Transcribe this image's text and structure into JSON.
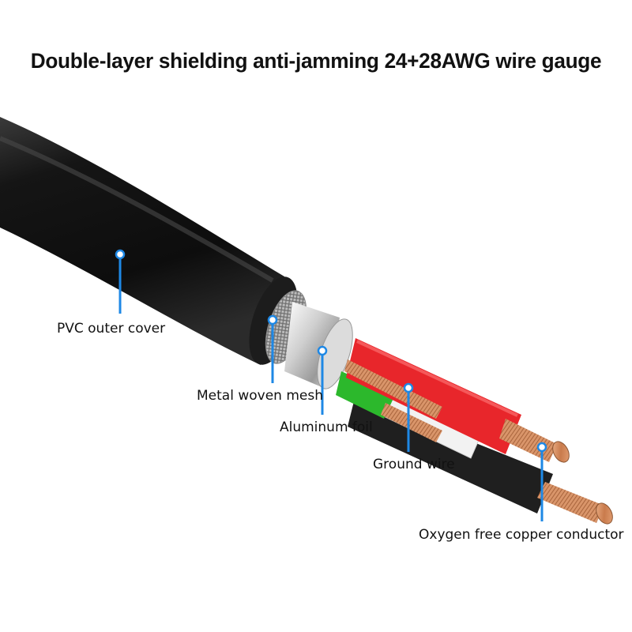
{
  "title": "Double-layer shielding anti-jamming 24+28AWG wire gauge",
  "labels": {
    "pvc_outer_cover": "PVC outer cover",
    "metal_woven_mesh": "Metal woven mesh",
    "aluminum_foil": "Aluminum foil",
    "ground_wire": "Ground wire",
    "copper_conductor": "Oxygen free copper conductor"
  },
  "colors": {
    "jacket": "#1a1a1a",
    "marker": "#1e88e5",
    "red_wire": "#e8262b",
    "green_wire": "#2cb82c",
    "white_wire": "#f2f2f2",
    "black_wire": "#1f1f1f",
    "copper": "#d38a5c"
  }
}
